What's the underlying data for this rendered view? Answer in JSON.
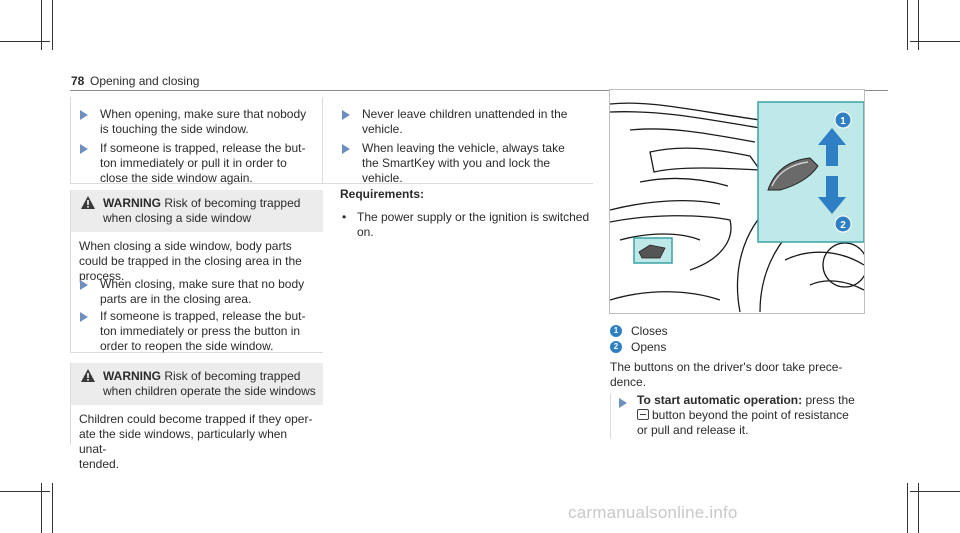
{
  "header": {
    "page_number": "78",
    "section_title": "Opening and closing"
  },
  "col1": {
    "bullets_top": [
      {
        "lines": [
          "When opening, make sure that nobody",
          "is touching the side window."
        ]
      },
      {
        "lines": [
          "If someone is trapped, release the but-",
          "ton immediately or pull it in order to",
          "close the side window again."
        ]
      }
    ],
    "warning1": {
      "label": "WARNING",
      "head_lines": [
        "Risk of becoming trapped",
        "when closing a side window"
      ],
      "body_lines": [
        "When closing a side window, body parts",
        "could be trapped in the closing area in the",
        "process."
      ],
      "bullets": [
        {
          "lines": [
            "When closing, make sure that no body",
            "parts are in the closing area."
          ]
        },
        {
          "lines": [
            "If someone is trapped, release the but-",
            "ton immediately or press the button in",
            "order to reopen the side window."
          ]
        }
      ]
    },
    "warning2": {
      "label": "WARNING",
      "head_lines": [
        "Risk of becoming trapped",
        "when children operate the side windows"
      ],
      "body_lines": [
        "Children could become trapped if they oper-",
        "ate the side windows, particularly when unat-",
        "tended."
      ]
    }
  },
  "col2": {
    "bullets": [
      {
        "lines": [
          "Never leave children unattended in the",
          "vehicle."
        ]
      },
      {
        "lines": [
          "When leaving the vehicle, always take",
          "the SmartKey with you and lock the",
          "vehicle."
        ]
      }
    ],
    "requirements_label": "Requirements:",
    "requirement_bullet": "•",
    "requirement_lines": [
      "The power supply or the ignition is switched",
      "on."
    ]
  },
  "figure": {
    "callout_1": "1",
    "callout_2": "2",
    "highlight_color": "#bfe8e8",
    "arrow_color": "#2f7fc4"
  },
  "col3": {
    "legend": [
      {
        "num": "1",
        "label": "Closes"
      },
      {
        "num": "2",
        "label": "Opens"
      }
    ],
    "para_lines": [
      "The buttons on the driver's door take prece-",
      "dence."
    ],
    "step": {
      "bold": "To start automatic operation:",
      "l1_rest": " press the",
      "l2": "button beyond the point of resistance",
      "l3": "or pull and release it."
    }
  },
  "watermark": "carmanualsonline.info"
}
